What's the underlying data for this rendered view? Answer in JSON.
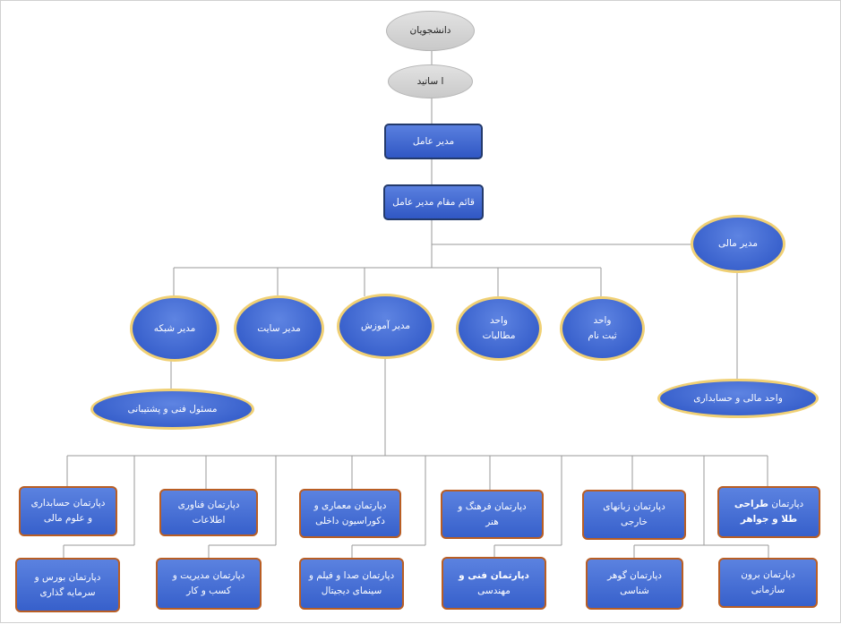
{
  "nodes": {
    "students": "دانشجویان",
    "professors": "ا ساتید",
    "ceo": "مدیر عامل",
    "deputy_ceo": "قائم مقام مدیر عامل",
    "finance_manager": "مدیر مالی",
    "network_manager": "مدیر شبکه",
    "site_manager": "مدیر سایت",
    "education_manager": "مدیر آموزش",
    "claims_unit": {
      "line1": "واحد",
      "line2": "مطالبات"
    },
    "registration_unit": {
      "line1": "واحد",
      "line2": "ثبت نام"
    },
    "tech_support": "مسئول فنی و پشتیبانی",
    "finance_accounting": "واحد مالی و حسابداری"
  },
  "departments_top": [
    {
      "line1": "دپارتمان حسابداری",
      "line2": "و علوم مالی"
    },
    {
      "line1": "دپارتمان فناوری",
      "line2": "اطلاعات"
    },
    {
      "line1": "دپارتمان معماری و",
      "line2": "دکوراسیون داخلی"
    },
    {
      "line1": "دپارتمان فرهنگ و",
      "line2": "هنر"
    },
    {
      "line1": "دپارتمان زبانهای",
      "line2": "خارجی"
    },
    {
      "line1a": "دپارتمان",
      "line1b": "طراحی",
      "line2": "طلا و جواهر"
    }
  ],
  "departments_bottom": [
    {
      "line1": "دپارتمان بورس و",
      "line2": "سرمایه گذاری"
    },
    {
      "line1": "دپارتمان مدیریت و",
      "line2": "کسب و کار"
    },
    {
      "line1": "دپارتمان صدا و فیلم و",
      "line2": "سینمای دیجیتال"
    },
    {
      "line1": "دپارتمان فنی و",
      "line2": "مهندسی"
    },
    {
      "line1": "دپارتمان گوهر",
      "line2": "شناسی"
    },
    {
      "line1": "دپارتمان برون",
      "line2": "سازمانی"
    }
  ]
}
